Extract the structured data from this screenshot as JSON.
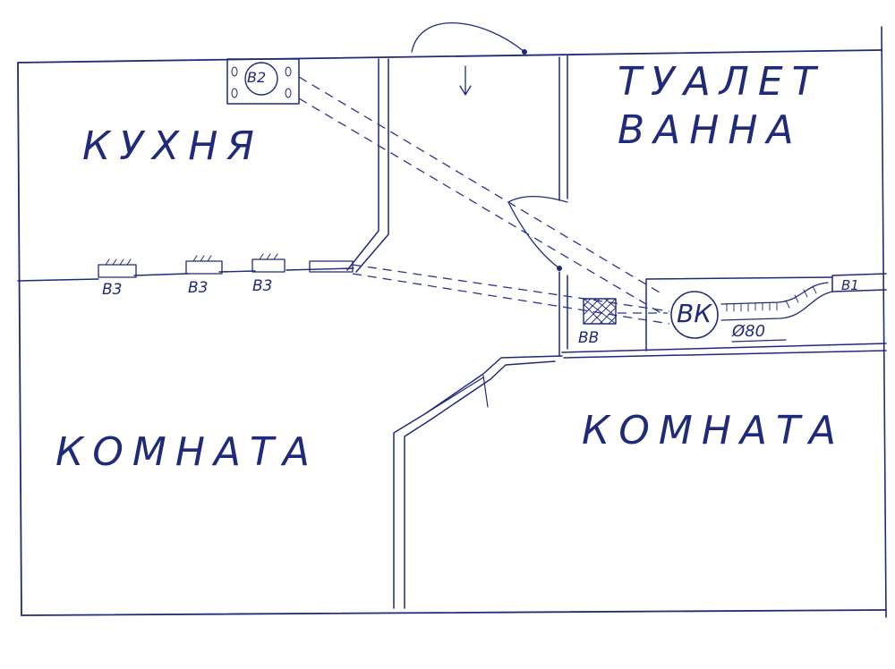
{
  "rooms": {
    "kitchen": "КУХНЯ",
    "toilet": "ТУАЛЕТ",
    "bath": "ВАННА",
    "room_left": "КОМНАТА",
    "room_right": "КОМНАТА"
  },
  "components": {
    "b2": "В2",
    "b3_1": "В3",
    "b3_2": "В3",
    "b3_3": "В3",
    "bk": "ВК",
    "bb": "ВВ",
    "b1": "В1",
    "diameter": "Ø80"
  },
  "colors": {
    "ink": "#1f2a7a",
    "paper": "#ffffff"
  }
}
